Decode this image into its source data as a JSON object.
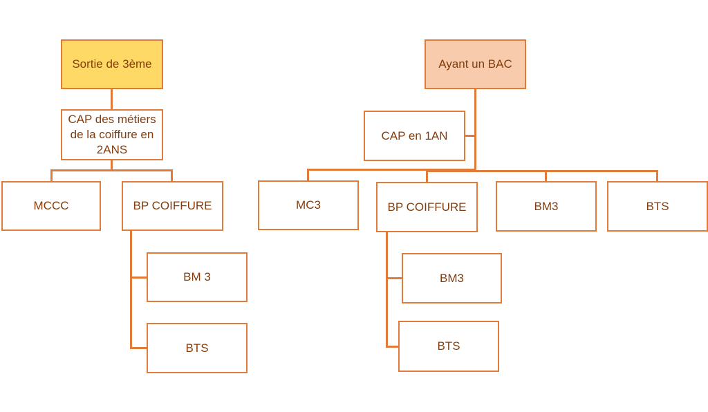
{
  "colors": {
    "border": "#E07B39",
    "text": "#843C0C",
    "root_left_fill": "#FFD966",
    "root_right_fill": "#F8CBAD"
  },
  "left_tree": {
    "root": "Sortie de 3ème",
    "level1": "CAP des métiers de la coiffure en 2ANS",
    "level2": [
      "MCCC",
      "BP COIFFURE"
    ],
    "bp_children": [
      "BM 3",
      "BTS"
    ]
  },
  "right_tree": {
    "root": "Ayant un BAC",
    "assistant": "CAP en 1AN",
    "level2": [
      "MC3",
      "BP COIFFURE",
      "BM3",
      "BTS"
    ],
    "bp_children": [
      "BM3",
      "BTS"
    ]
  }
}
